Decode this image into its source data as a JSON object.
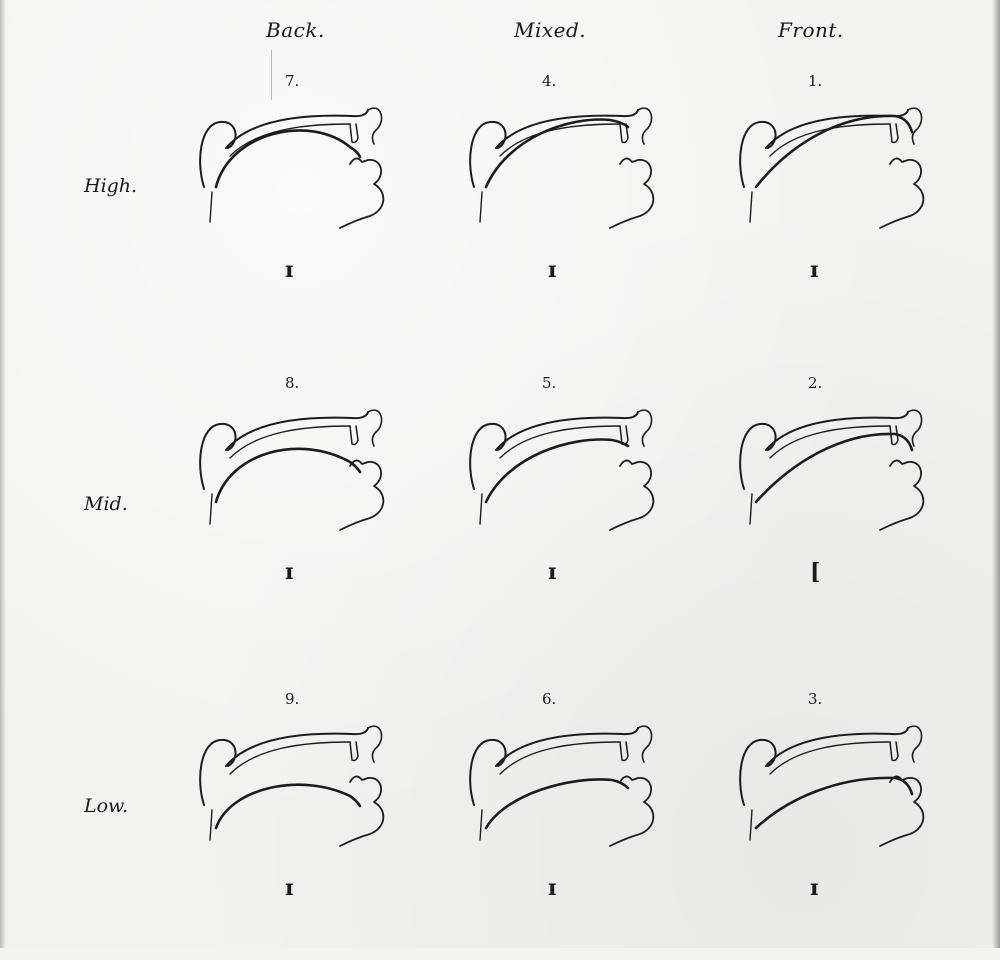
{
  "columns": [
    {
      "label": "Back."
    },
    {
      "label": "Mixed."
    },
    {
      "label": "Front."
    }
  ],
  "rows": [
    {
      "label": "High."
    },
    {
      "label": "Mid."
    },
    {
      "label": "Low."
    }
  ],
  "cells": [
    {
      "number": "7.",
      "symbol": "ɪ",
      "tongue": "back",
      "height": "high"
    },
    {
      "number": "4.",
      "symbol": "ɪ",
      "tongue": "mixed",
      "height": "high"
    },
    {
      "number": "1.",
      "symbol": "ɪ",
      "tongue": "front",
      "height": "high"
    },
    {
      "number": "8.",
      "symbol": "ɪ",
      "tongue": "back",
      "height": "mid"
    },
    {
      "number": "5.",
      "symbol": "ɪ",
      "tongue": "mixed",
      "height": "mid"
    },
    {
      "number": "2.",
      "symbol": "[",
      "tongue": "front",
      "height": "mid"
    },
    {
      "number": "9.",
      "symbol": "ɪ",
      "tongue": "back",
      "height": "low"
    },
    {
      "number": "6.",
      "symbol": "ɪ",
      "tongue": "mixed",
      "height": "low"
    },
    {
      "number": "3.",
      "symbol": "ɪ",
      "tongue": "front",
      "height": "low"
    }
  ],
  "ink_color": "#1c1c1c"
}
